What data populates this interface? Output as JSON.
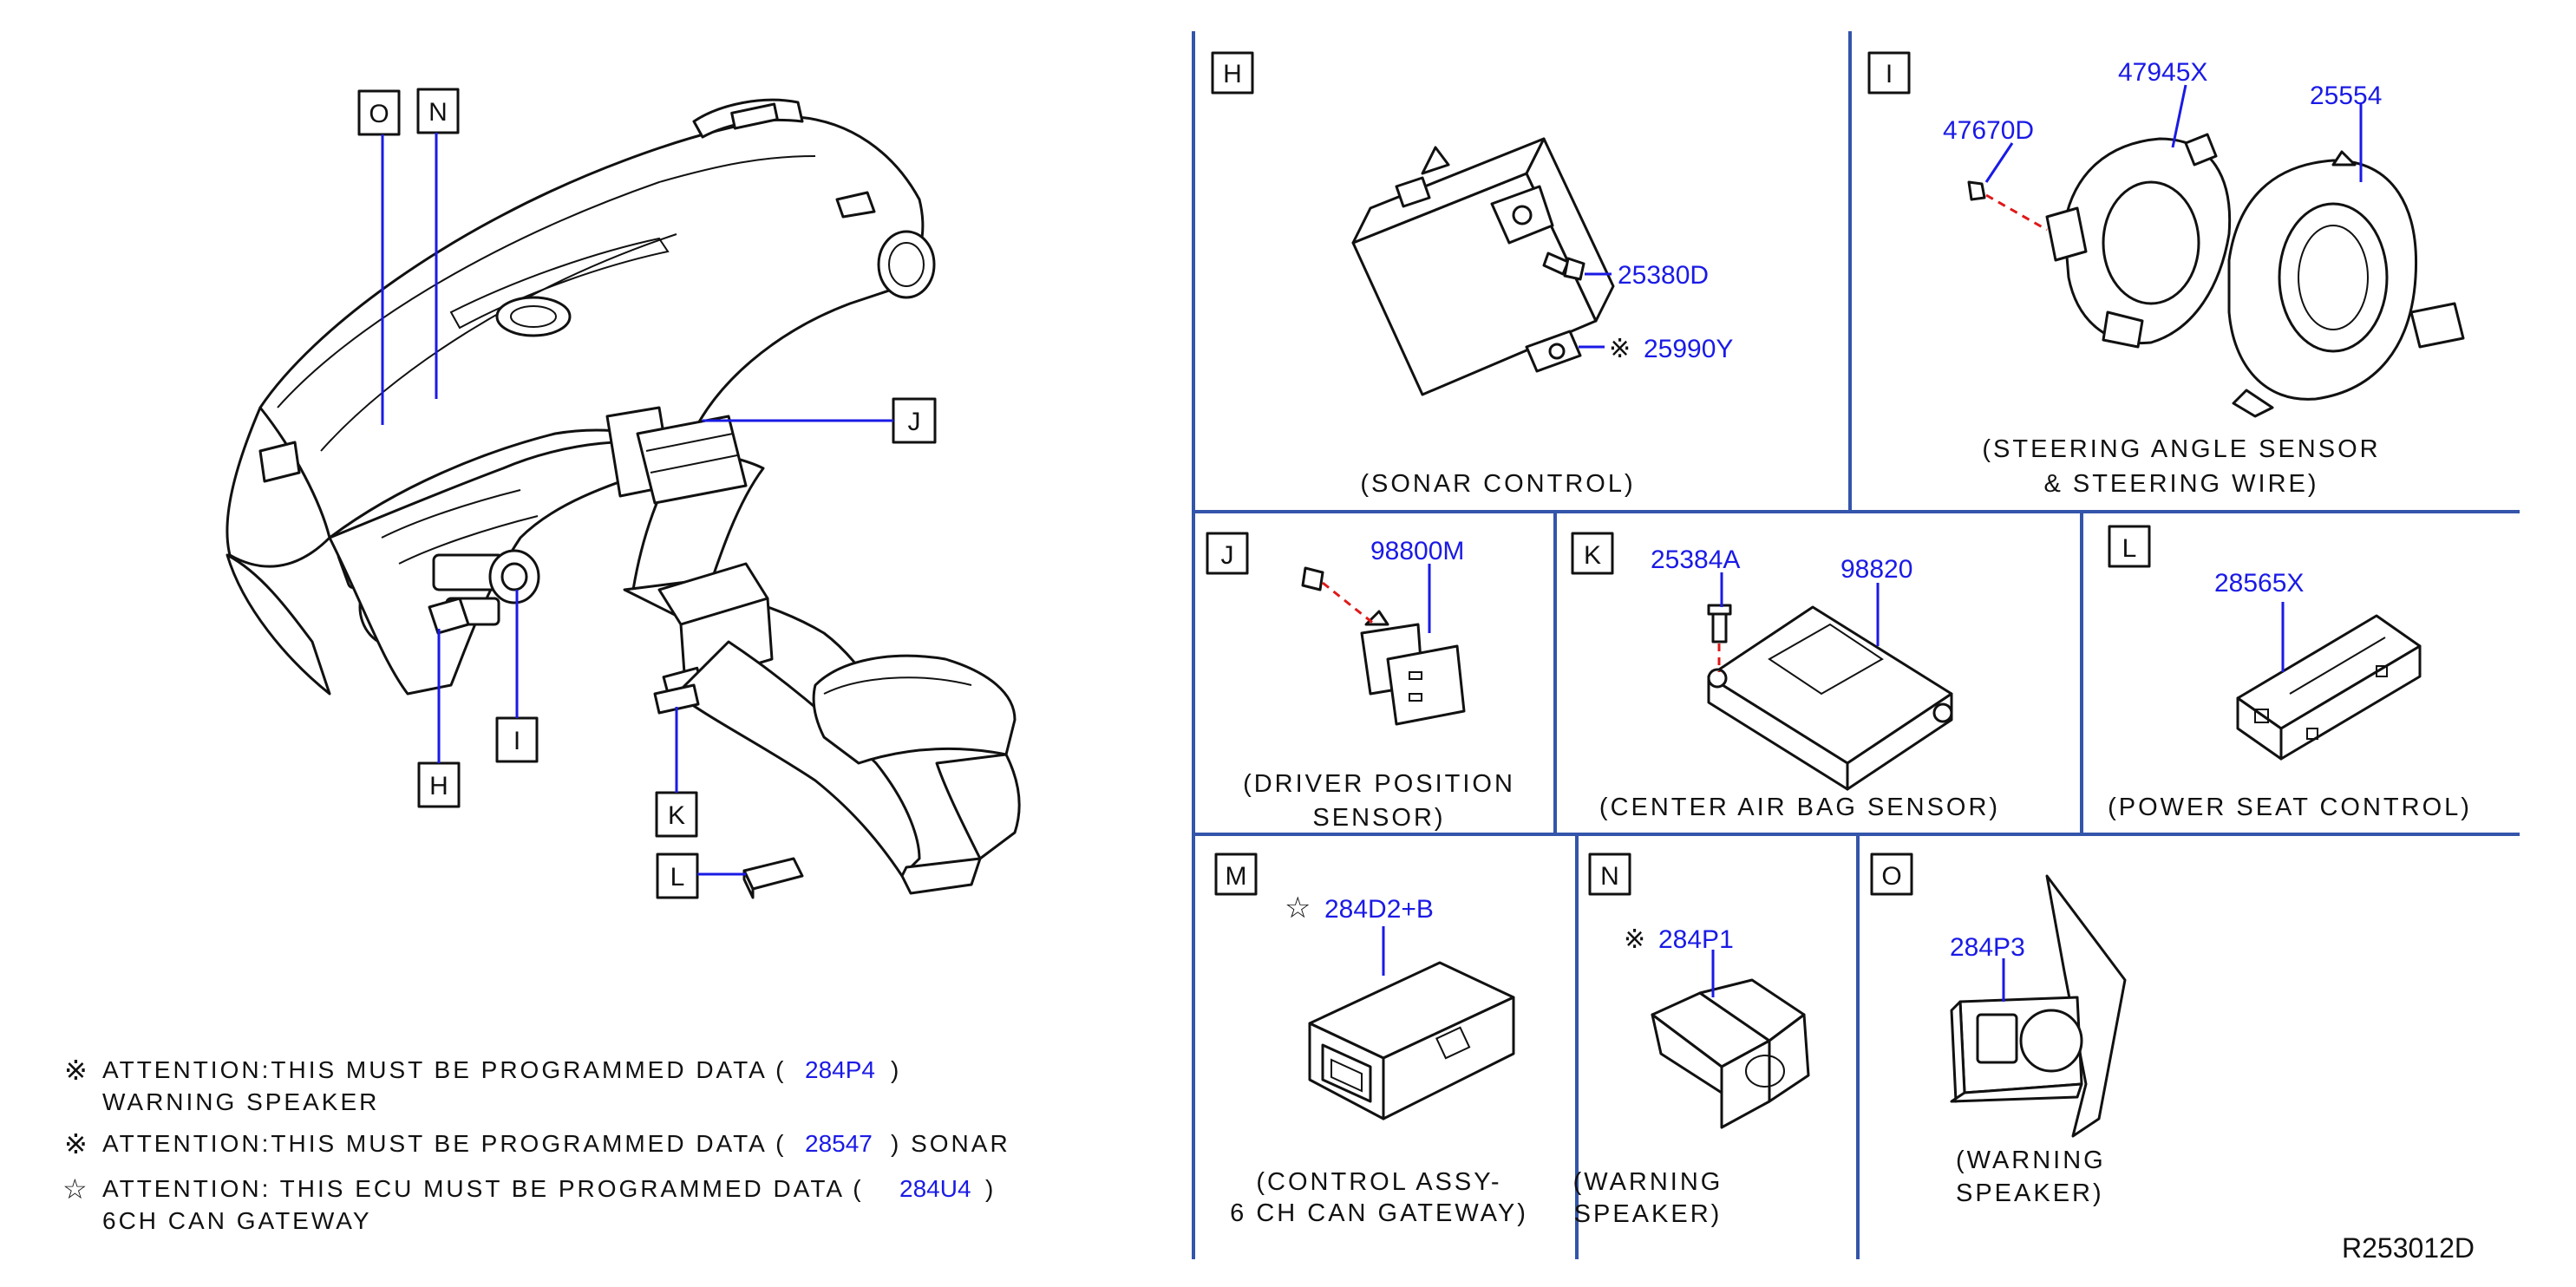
{
  "overview_labels": [
    "O",
    "N",
    "J",
    "I",
    "H",
    "K",
    "L"
  ],
  "panels": {
    "H": {
      "letter": "H",
      "caption": [
        "(SONAR   CONTROL)"
      ],
      "parts": [
        "25380D",
        "25990Y"
      ]
    },
    "I": {
      "letter": "I",
      "caption": [
        "(STEERING   ANGLE   SENSOR",
        "&   STEERING   WIRE)"
      ],
      "parts": [
        "47945X",
        "25554",
        "47670D"
      ]
    },
    "J": {
      "letter": "J",
      "caption": [
        "(DRIVER   POSITION",
        "SENSOR)"
      ],
      "parts": [
        "98800M"
      ]
    },
    "K": {
      "letter": "K",
      "caption": [
        "(CENTER   AIR   BAG   SENSOR)"
      ],
      "parts": [
        "25384A",
        "98820"
      ]
    },
    "L": {
      "letter": "L",
      "caption": [
        "(POWER   SEAT   CONTROL)"
      ],
      "parts": [
        "28565X"
      ]
    },
    "M": {
      "letter": "M",
      "caption": [
        "(CONTROL   ASSY-",
        "6   CH   CAN   GATEWAY)"
      ],
      "parts": [
        "284D2+B"
      ]
    },
    "N": {
      "letter": "N",
      "caption": [
        "(WARNING",
        "SPEAKER)"
      ],
      "parts": [
        "284P1"
      ]
    },
    "O": {
      "letter": "O",
      "caption": [
        "(WARNING",
        "SPEAKER)"
      ],
      "parts": [
        "284P3"
      ]
    }
  },
  "symbols": {
    "reference_mark": "※",
    "star_mark": "☆"
  },
  "notes": [
    {
      "symbol": "※",
      "prefix": "ATTENTION:THIS   MUST   BE   PROGRAMMED   DATA   (",
      "code": "284P4",
      "suffix": ")",
      "line2": "WARNING   SPEAKER"
    },
    {
      "symbol": "※",
      "prefix": "ATTENTION:THIS   MUST   BE   PROGRAMMED   DATA   (",
      "code": "28547",
      "suffix": ")   SONAR",
      "line2": ""
    },
    {
      "symbol": "☆",
      "prefix": "ATTENTION:  THIS   ECU   MUST   BE   PROGRAMMED   DATA   (",
      "code": "284U4",
      "suffix": ")",
      "line2": "6CH   CAN   GATEWAY"
    }
  ],
  "reference_code": "R253012D",
  "colors": {
    "part_number": "#1a1ae6",
    "divider": "#3355aa",
    "dashed_guide": "#e01818",
    "line_art": "#111111"
  }
}
